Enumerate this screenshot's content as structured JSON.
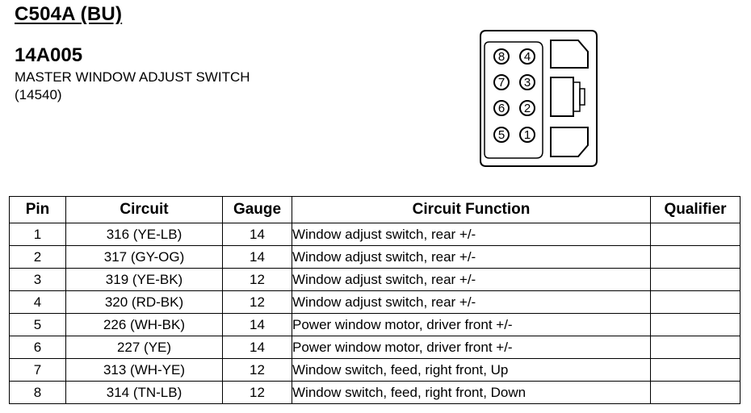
{
  "header": {
    "connector_id": "C504A (BU)",
    "part_number": "14A005",
    "component_name": "MASTER WINDOW ADJUST SWITCH",
    "component_code": "(14540)"
  },
  "connector_diagram": {
    "pins": [
      "8",
      "4",
      "7",
      "3",
      "6",
      "2",
      "5",
      "1"
    ]
  },
  "table": {
    "headers": {
      "pin": "Pin",
      "circuit": "Circuit",
      "gauge": "Gauge",
      "function": "Circuit Function",
      "qualifier": "Qualifier"
    },
    "rows": [
      {
        "pin": "1",
        "circuit": "316 (YE-LB)",
        "gauge": "14",
        "function": "Window adjust switch, rear +/-",
        "qualifier": ""
      },
      {
        "pin": "2",
        "circuit": "317 (GY-OG)",
        "gauge": "14",
        "function": "Window adjust switch, rear +/-",
        "qualifier": ""
      },
      {
        "pin": "3",
        "circuit": "319 (YE-BK)",
        "gauge": "12",
        "function": "Window adjust switch, rear +/-",
        "qualifier": ""
      },
      {
        "pin": "4",
        "circuit": "320 (RD-BK)",
        "gauge": "12",
        "function": "Window adjust switch, rear +/-",
        "qualifier": ""
      },
      {
        "pin": "5",
        "circuit": "226 (WH-BK)",
        "gauge": "14",
        "function": "Power window motor, driver front +/-",
        "qualifier": ""
      },
      {
        "pin": "6",
        "circuit": "227 (YE)",
        "gauge": "14",
        "function": "Power window motor, driver front +/-",
        "qualifier": ""
      },
      {
        "pin": "7",
        "circuit": "313 (WH-YE)",
        "gauge": "12",
        "function": "Window switch, feed, right front, Up",
        "qualifier": ""
      },
      {
        "pin": "8",
        "circuit": "314 (TN-LB)",
        "gauge": "12",
        "function": "Window switch, feed, right front, Down",
        "qualifier": ""
      }
    ]
  }
}
